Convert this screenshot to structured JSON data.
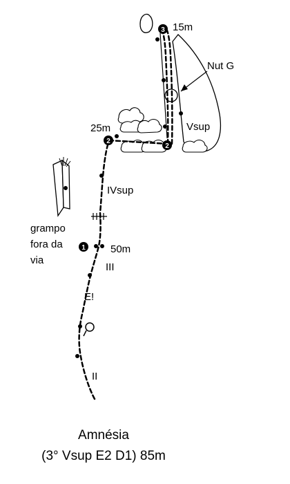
{
  "title": "Amnésia",
  "grade": "(3° Vsup E2 D1) 85m",
  "labels": {
    "top_length": "15m",
    "nut": "Nut G",
    "vsup": "Vsup",
    "mid_length": "25m",
    "ivsup": "IVsup",
    "off_route_1": "grampo",
    "off_route_2": "fora da",
    "off_route_3": "via",
    "low_length": "50m",
    "grade_iii": "III",
    "exposure": "E!",
    "grade_ii": "II"
  },
  "belays": [
    "1",
    "2",
    "2",
    "3"
  ]
}
